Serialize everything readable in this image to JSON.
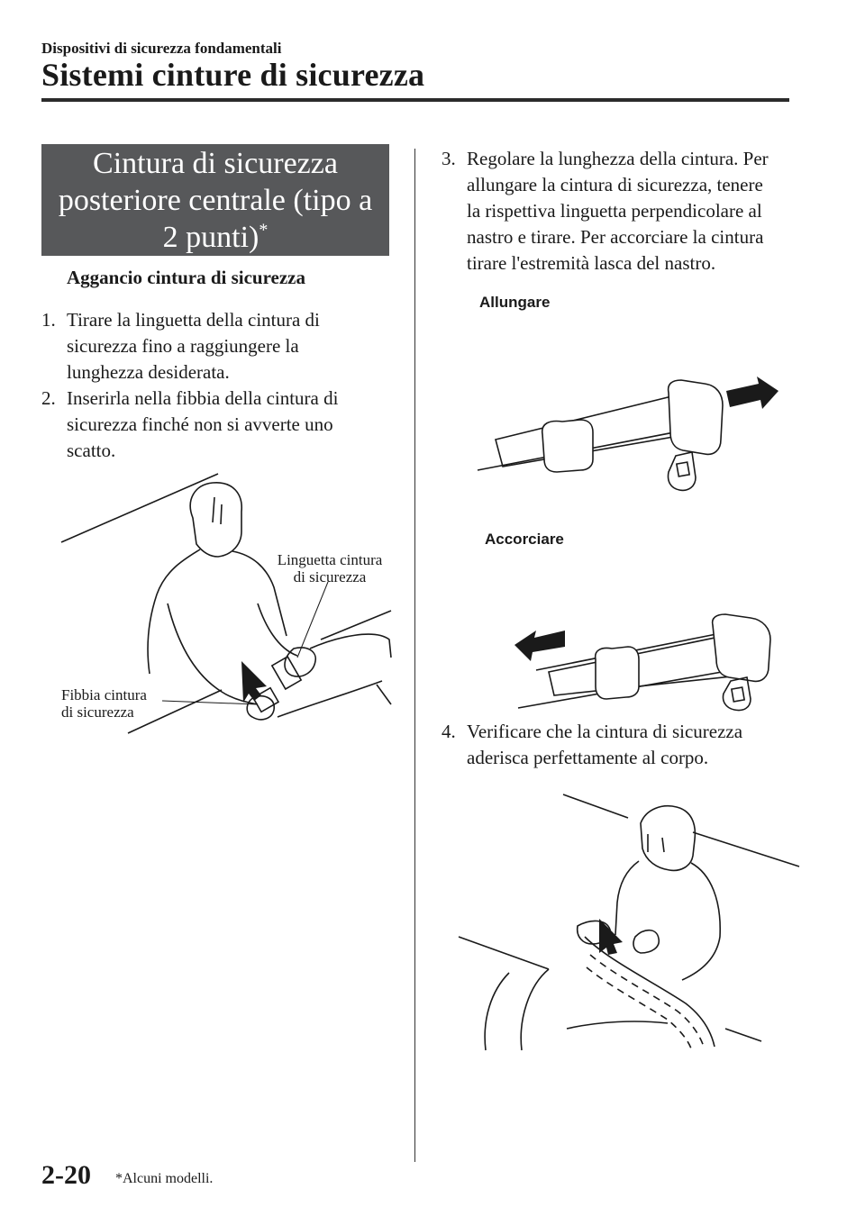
{
  "header": {
    "section_label": "Dispositivi di sicurezza fondamentali",
    "page_title": "Sistemi cinture di sicurezza"
  },
  "title_box": {
    "line1": "Cintura di sicurezza",
    "line2": "posteriore centrale (tipo a",
    "line3": "2 punti)",
    "asterisk": "*"
  },
  "subheading": "Aggancio cintura di sicurezza",
  "steps": [
    {
      "num": "1.",
      "text": "Tirare la linguetta della cintura di sicurezza fino a raggiungere la lunghezza desiderata."
    },
    {
      "num": "2.",
      "text": "Inserirla nella fibbia della cintura di sicurezza finché non si avverte uno scatto."
    },
    {
      "num": "3.",
      "text": "Regolare la lunghezza della cintura. Per allungare la cintura di sicurezza, tenere la rispettiva linguetta perpendicolare al nastro e tirare. Per accorciare la cintura tirare l'estremità lasca del nastro."
    },
    {
      "num": "4.",
      "text": "Verificare che la cintura di sicurezza aderisca perfettamente al corpo."
    }
  ],
  "figure1": {
    "callout_tongue_line1": "Linguetta cintura",
    "callout_tongue_line2": "di sicurezza",
    "callout_buckle_line1": "Fibbia cintura",
    "callout_buckle_line2": "di sicurezza"
  },
  "figure2": {
    "label_lengthen": "Allungare",
    "label_shorten": "Accorciare"
  },
  "footer": {
    "page_number": "2-20",
    "footnote": "*Alcuni modelli."
  }
}
